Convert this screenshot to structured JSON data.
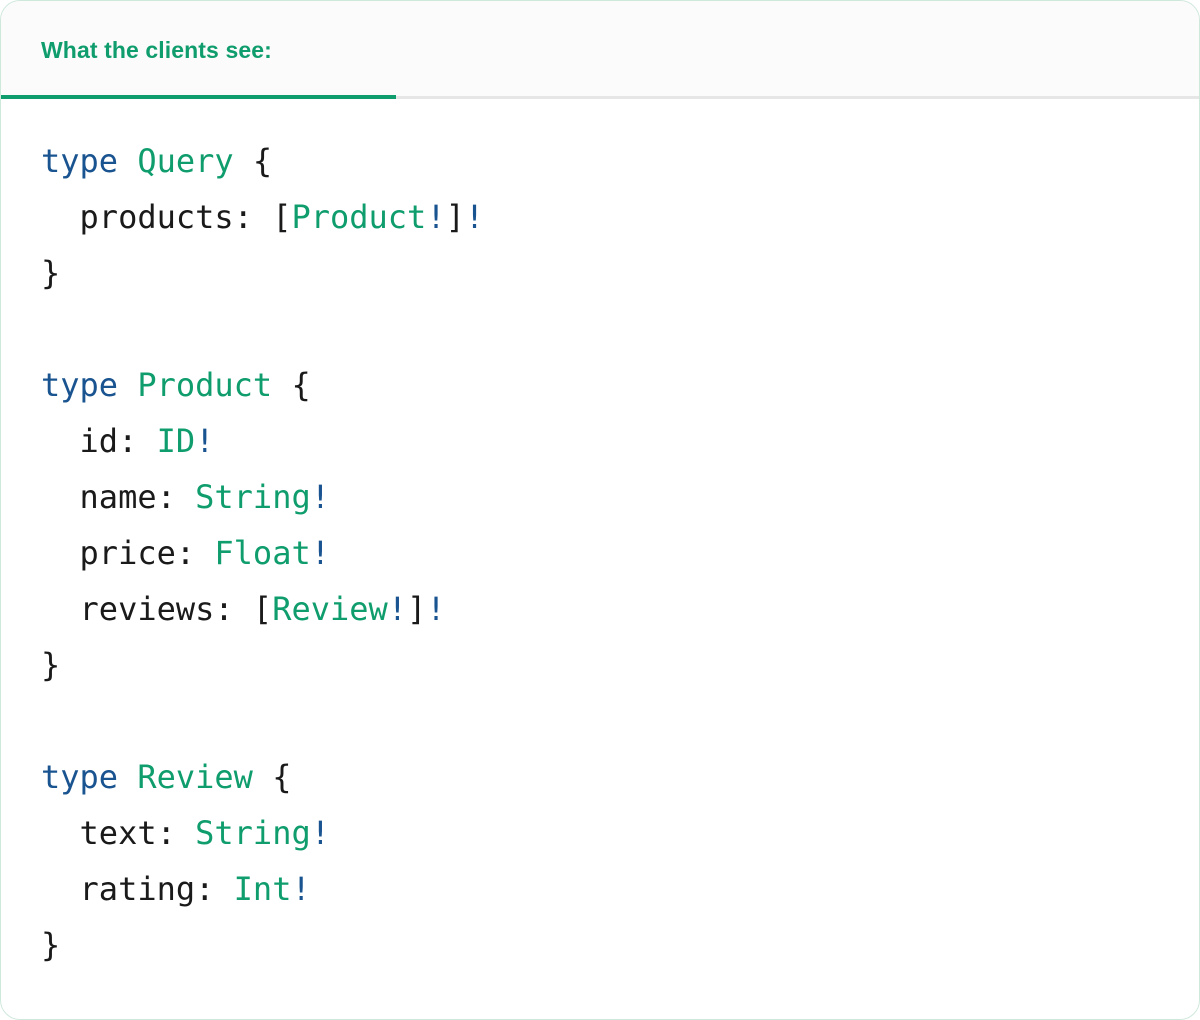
{
  "card": {
    "border_color": "#cfe8dc",
    "background": "#ffffff"
  },
  "header": {
    "tab_label": "What the clients see:",
    "accent_color": "#0f9d6e",
    "strip_background": "#fbfbfb",
    "divider_color": "#e6e6e6"
  },
  "theme": {
    "keyword_color": "#1a5490",
    "type_color": "#0f9d6e",
    "bang_color": "#1a5490",
    "plain_color": "#1a1a1a"
  },
  "code": {
    "language": "graphql",
    "lines": [
      {
        "id": "l1",
        "tokens": [
          {
            "t": "type",
            "k": "keyword"
          },
          {
            "t": " ",
            "k": "plain"
          },
          {
            "t": "Query",
            "k": "type"
          },
          {
            "t": " {",
            "k": "plain"
          }
        ]
      },
      {
        "id": "l2",
        "tokens": [
          {
            "t": "  products: [",
            "k": "plain"
          },
          {
            "t": "Product",
            "k": "type"
          },
          {
            "t": "!",
            "k": "bang"
          },
          {
            "t": "]",
            "k": "plain"
          },
          {
            "t": "!",
            "k": "bang"
          }
        ]
      },
      {
        "id": "l3",
        "tokens": [
          {
            "t": "}",
            "k": "plain"
          }
        ]
      },
      {
        "id": "l4",
        "tokens": []
      },
      {
        "id": "l5",
        "tokens": [
          {
            "t": "type",
            "k": "keyword"
          },
          {
            "t": " ",
            "k": "plain"
          },
          {
            "t": "Product",
            "k": "type"
          },
          {
            "t": " {",
            "k": "plain"
          }
        ]
      },
      {
        "id": "l6",
        "tokens": [
          {
            "t": "  id: ",
            "k": "plain"
          },
          {
            "t": "ID",
            "k": "type"
          },
          {
            "t": "!",
            "k": "bang"
          }
        ]
      },
      {
        "id": "l7",
        "tokens": [
          {
            "t": "  name: ",
            "k": "plain"
          },
          {
            "t": "String",
            "k": "type"
          },
          {
            "t": "!",
            "k": "bang"
          }
        ]
      },
      {
        "id": "l8",
        "tokens": [
          {
            "t": "  price: ",
            "k": "plain"
          },
          {
            "t": "Float",
            "k": "type"
          },
          {
            "t": "!",
            "k": "bang"
          }
        ]
      },
      {
        "id": "l9",
        "tokens": [
          {
            "t": "  reviews: [",
            "k": "plain"
          },
          {
            "t": "Review",
            "k": "type"
          },
          {
            "t": "!",
            "k": "bang"
          },
          {
            "t": "]",
            "k": "plain"
          },
          {
            "t": "!",
            "k": "bang"
          }
        ]
      },
      {
        "id": "l10",
        "tokens": [
          {
            "t": "}",
            "k": "plain"
          }
        ]
      },
      {
        "id": "l11",
        "tokens": []
      },
      {
        "id": "l12",
        "tokens": [
          {
            "t": "type",
            "k": "keyword"
          },
          {
            "t": " ",
            "k": "plain"
          },
          {
            "t": "Review",
            "k": "type"
          },
          {
            "t": " {",
            "k": "plain"
          }
        ]
      },
      {
        "id": "l13",
        "tokens": [
          {
            "t": "  text: ",
            "k": "plain"
          },
          {
            "t": "String",
            "k": "type"
          },
          {
            "t": "!",
            "k": "bang"
          }
        ]
      },
      {
        "id": "l14",
        "tokens": [
          {
            "t": "  rating: ",
            "k": "plain"
          },
          {
            "t": "Int",
            "k": "type"
          },
          {
            "t": "!",
            "k": "bang"
          }
        ]
      },
      {
        "id": "l15",
        "tokens": [
          {
            "t": "}",
            "k": "plain"
          }
        ]
      }
    ]
  }
}
